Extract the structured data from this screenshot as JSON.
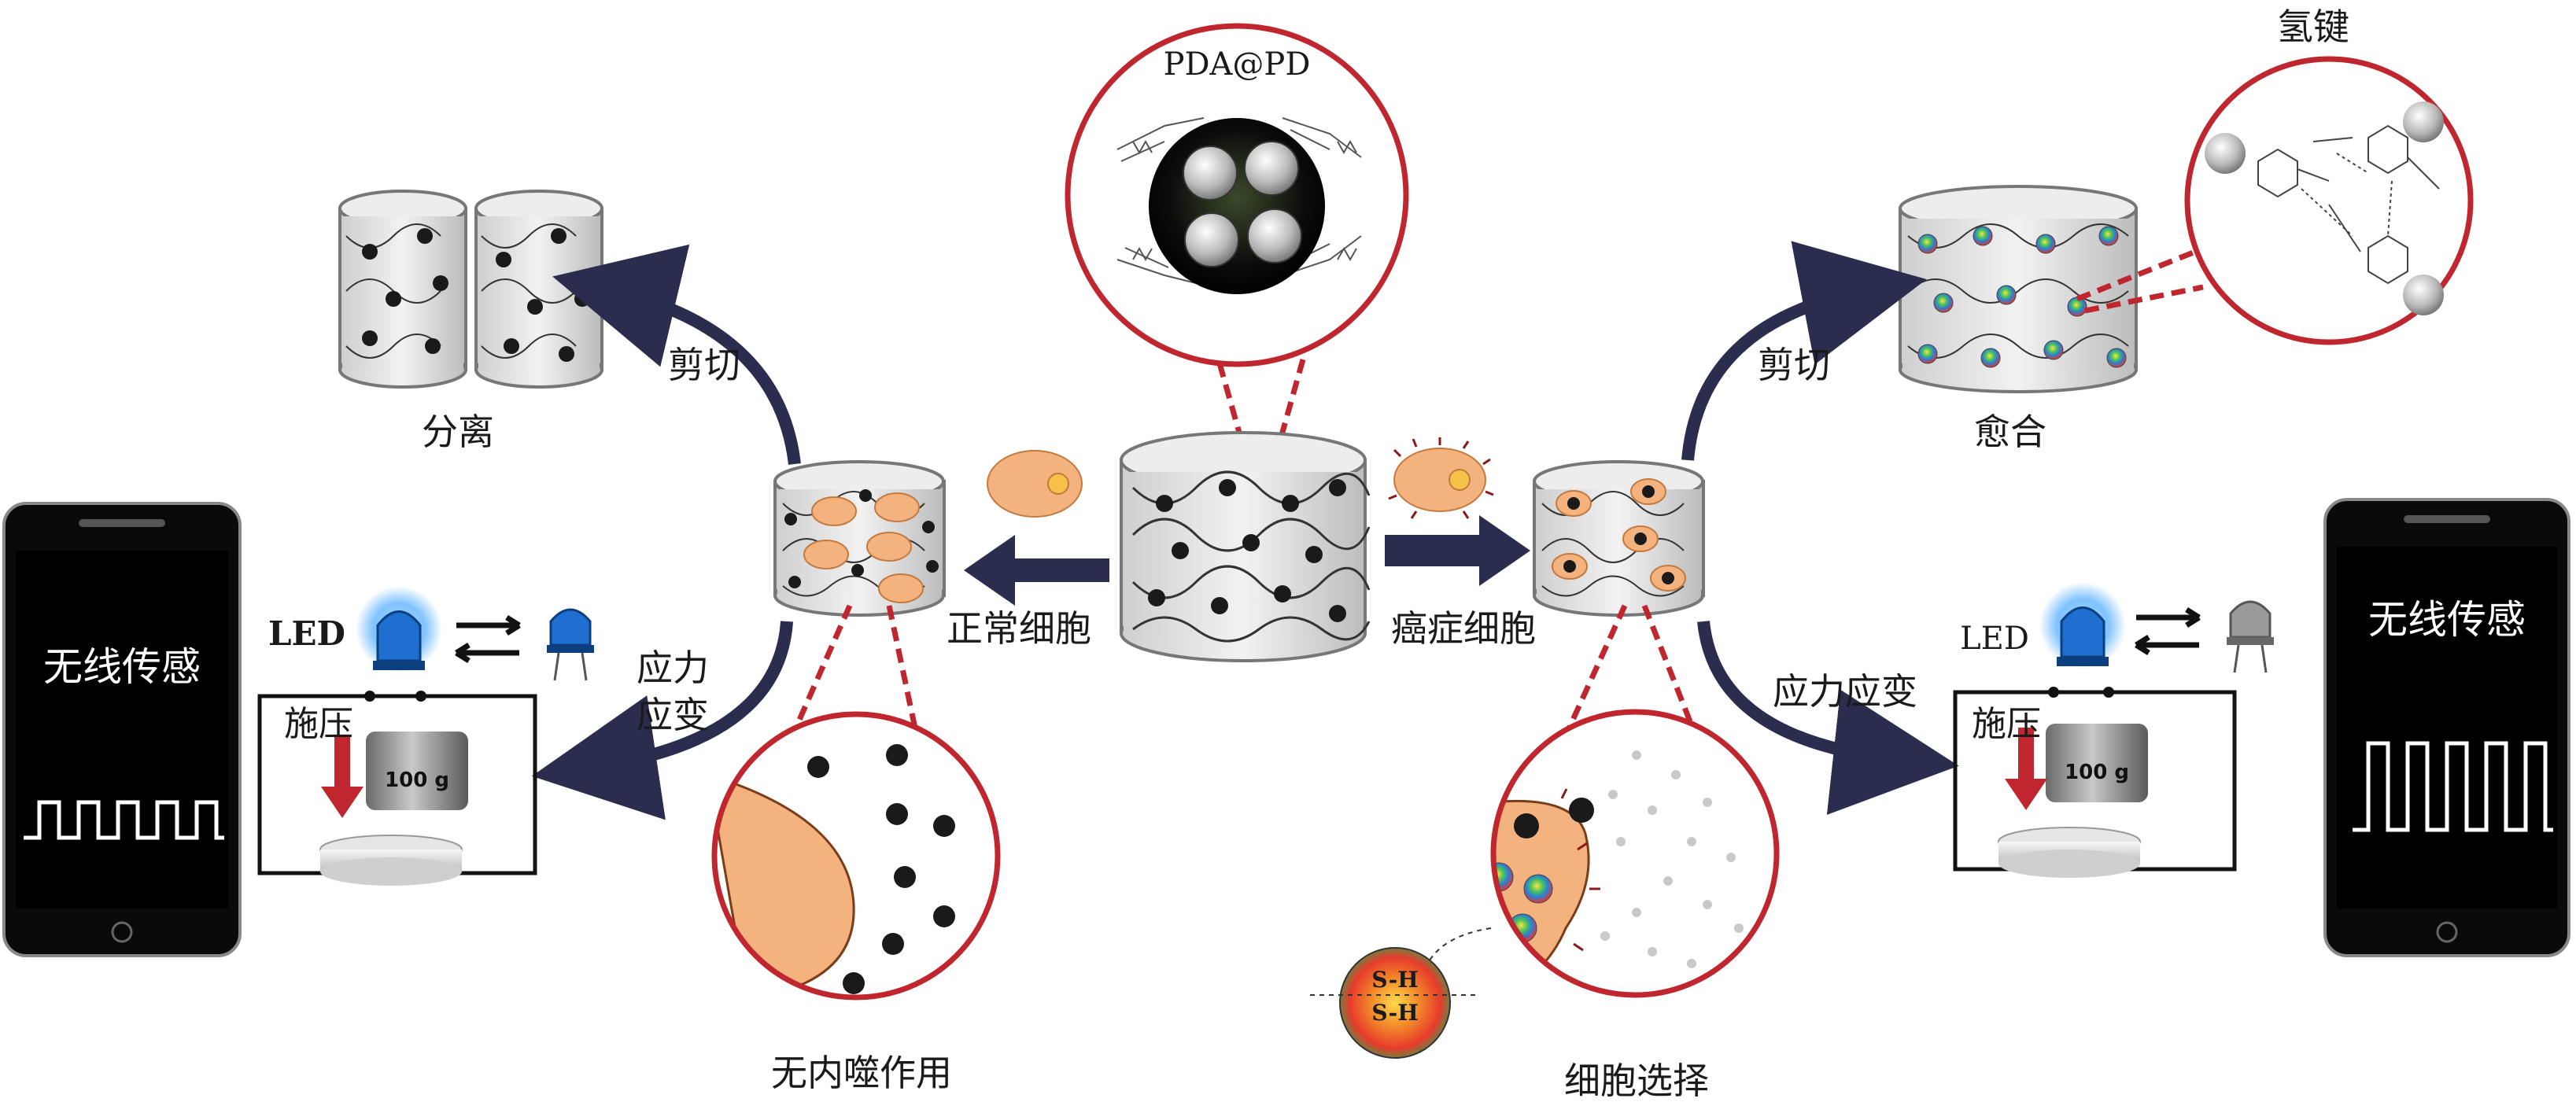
{
  "labels": {
    "pda_pd": "PDA@PD",
    "hydrogen_bond": "氢键",
    "cut_left": "剪切",
    "separate": "分离",
    "cut_right": "剪切",
    "heal": "愈合",
    "normal_cell": "正常细胞",
    "cancer_cell": "癌症细胞",
    "stress_strain_left": "应力应变",
    "stress_strain_right": "应力应变",
    "led_left": "LED",
    "led_right": "LED",
    "press_left": "施压",
    "press_right": "施压",
    "weight_left": "100 g",
    "weight_right": "100 g",
    "wireless_left": "无线传感",
    "wireless_right": "无线传感",
    "no_endocytosis": "无内噬作用",
    "cell_selection": "细胞选择",
    "sh_top": "S-H",
    "sh_bottom": "S-H"
  },
  "colors": {
    "red_accent": "#c0262d",
    "arrow_navy": "#2b2d4e",
    "cell_fill": "#f4b27f",
    "screen_black": "#0a0a0a",
    "led_blue": "#1e6fd0"
  }
}
